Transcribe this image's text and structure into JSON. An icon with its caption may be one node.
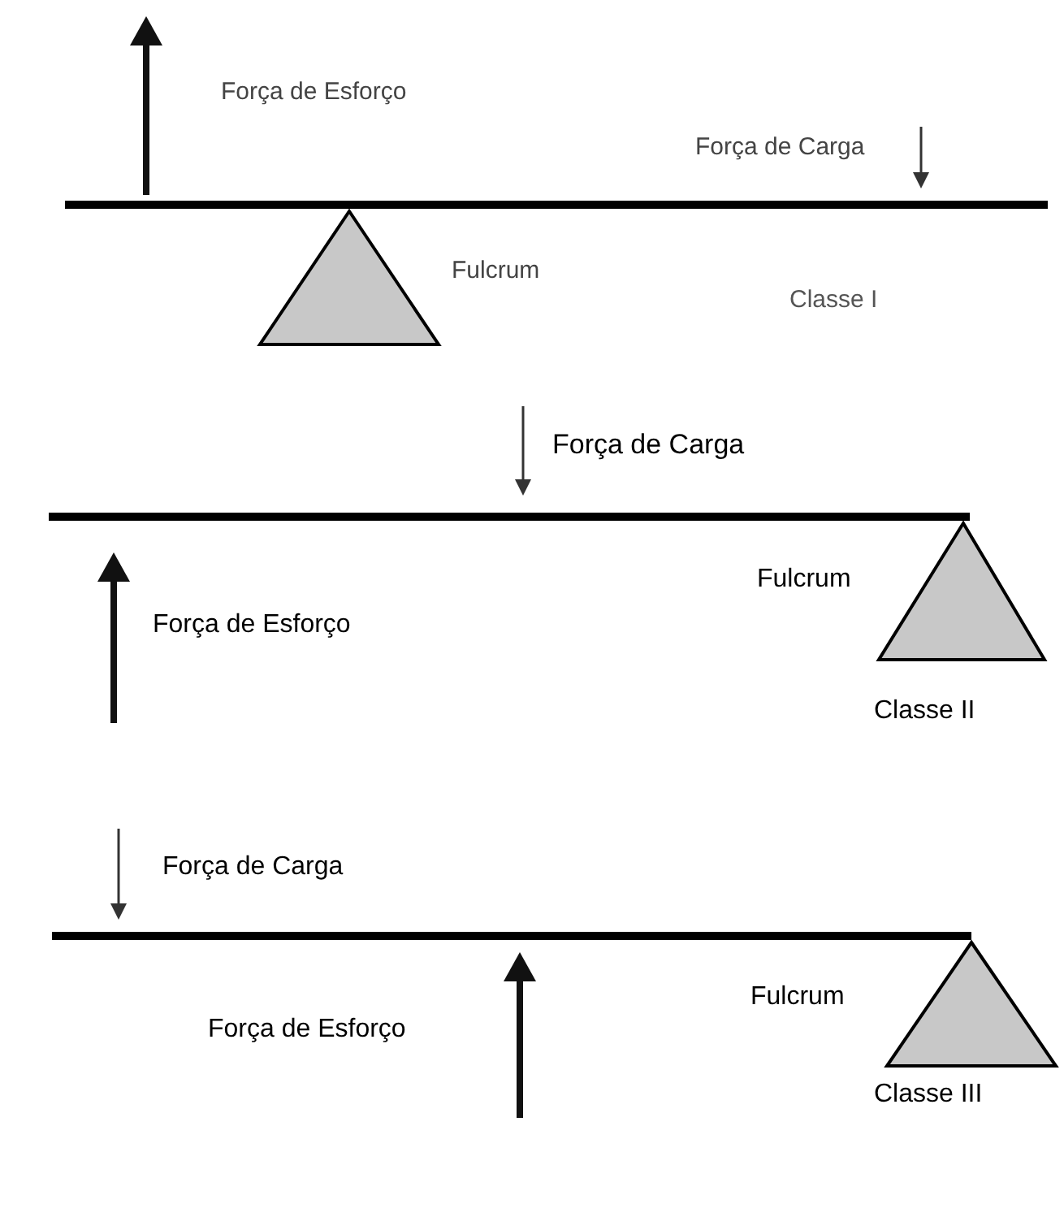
{
  "diagram": {
    "labels": [
      "Força de Esforço",
      "Força de Carga",
      "Fulcrum",
      "Classe I",
      "Força de Carga",
      "Fulcrum",
      "Força de Esforço",
      "Classe II",
      "Força de Carga",
      "Fulcrum",
      "Força de Esforço",
      "Classe III"
    ]
  }
}
